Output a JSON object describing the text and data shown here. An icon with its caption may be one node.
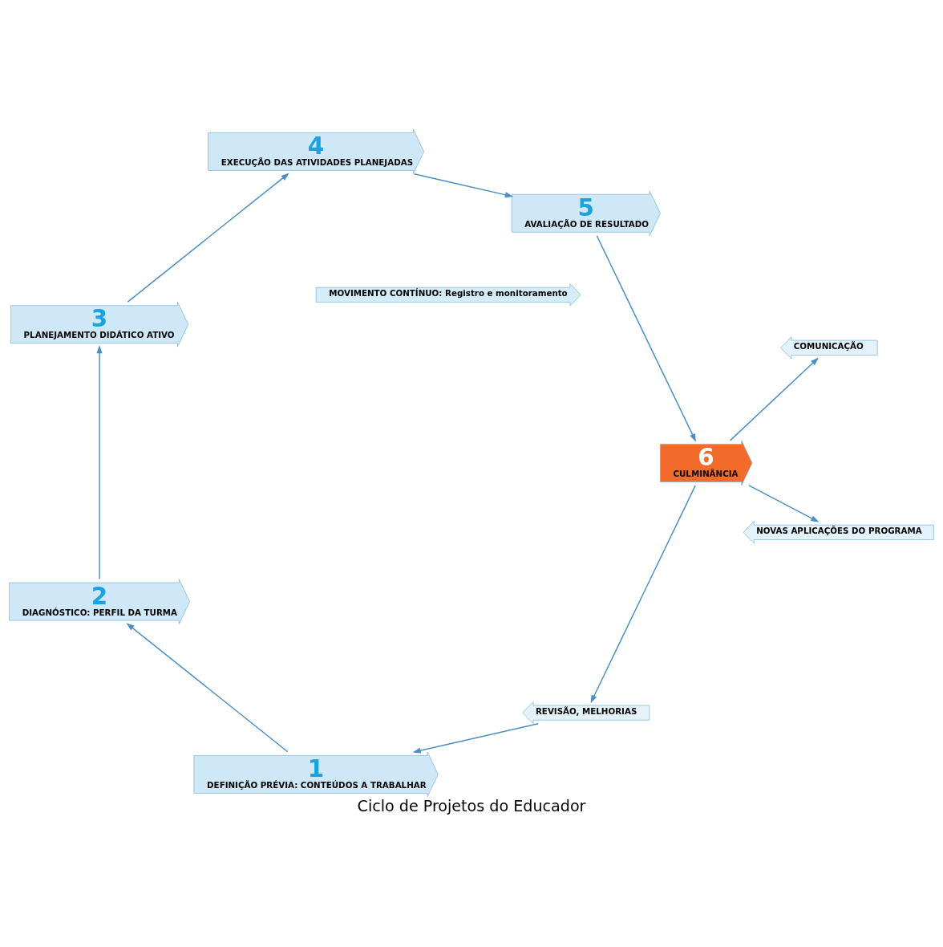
{
  "diagram": {
    "caption": "Ciclo de Projetos do Educador",
    "nodes": [
      {
        "text": [
          "1",
          "DEFINIÇÃO PRÉVIA: CONTEÚDOS A TRABALHAR"
        ]
      },
      {
        "text": [
          "2",
          "DIAGNÓSTICO: PERFIL DA TURMA"
        ]
      },
      {
        "text": [
          "3",
          "PLANEJAMENTO DIDÁTICO ATIVO"
        ]
      },
      {
        "text": [
          "4",
          "EXECUÇÃO DAS ATIVIDADES PLANEJADAS"
        ]
      },
      {
        "text": [
          "5",
          "AVALIAÇÃO DE RESULTADO"
        ]
      },
      {
        "text": [
          "6",
          "CULMINÂNCIA"
        ]
      },
      {
        "text": [
          "REVISÃO, MELHORIAS"
        ]
      },
      {
        "text": [
          "NOVAS APLICAÇÕES DO PROGRAMA"
        ]
      },
      {
        "text": [
          "COMUNICAÇÃO"
        ]
      },
      {
        "text": [
          "MOVIMENTO CONTÍNUO: Registro e monitoramento"
        ]
      }
    ],
    "edges": [
      {
        "from": 0,
        "to": 1,
        "arrow": "to"
      },
      {
        "from": 1,
        "to": 2,
        "arrow": "to"
      },
      {
        "from": 2,
        "to": 3,
        "arrow": "to"
      },
      {
        "from": 3,
        "to": 4,
        "arrow": "to"
      },
      {
        "from": 4,
        "to": 5,
        "arrow": "to"
      },
      {
        "from": 5,
        "to": 6,
        "arrow": "to"
      },
      {
        "from": 6,
        "to": 0,
        "arrow": "to"
      },
      {
        "from": 5,
        "to": 7,
        "arrow": "to"
      },
      {
        "from": 5,
        "to": 8,
        "arrow": "to"
      }
    ]
  }
}
